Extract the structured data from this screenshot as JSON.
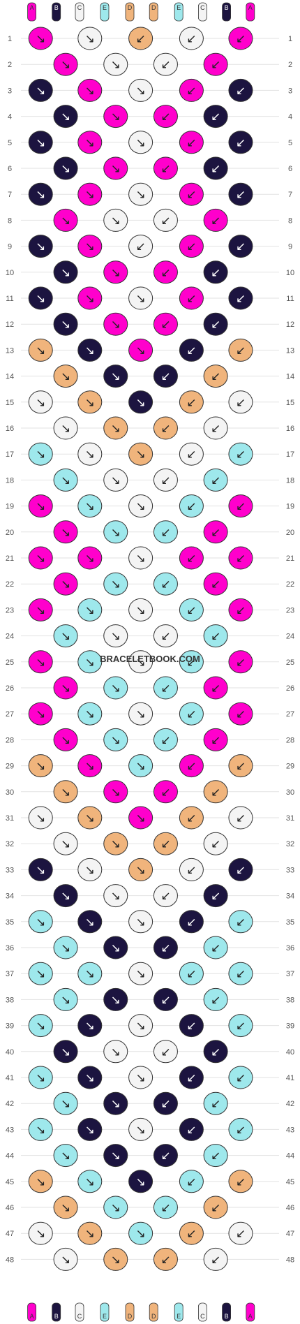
{
  "colors": {
    "A": "#ff00cc",
    "B": "#1c1440",
    "C": "#f4f4f4",
    "D": "#f0b47c",
    "E": "#9ee8ec"
  },
  "strand_letters_top": [
    "A",
    "B",
    "C",
    "E",
    "D",
    "D",
    "E",
    "C",
    "B",
    "A"
  ],
  "strand_letters_bottom": [
    "A",
    "B",
    "C",
    "E",
    "D",
    "D",
    "E",
    "C",
    "B",
    "A"
  ],
  "watermark": "BRACELETBOOK.COM",
  "row_numbers": [
    "1",
    "2",
    "3",
    "4",
    "5",
    "6",
    "7",
    "8",
    "9",
    "10",
    "11",
    "12",
    "13",
    "14",
    "15",
    "16",
    "17",
    "18",
    "19",
    "20",
    "21",
    "22",
    "23",
    "24",
    "25",
    "26",
    "27",
    "28",
    "29",
    "30",
    "31",
    "32",
    "33",
    "34",
    "35",
    "36",
    "37",
    "38",
    "39",
    "40",
    "41",
    "42",
    "43",
    "44",
    "45",
    "46",
    "47",
    "48"
  ],
  "knot_rows": [
    {
      "row": "1",
      "knots": [
        {
          "c": "A",
          "d": "↘"
        },
        {
          "c": "C",
          "d": "↘"
        },
        {
          "c": "D",
          "d": "↙"
        },
        {
          "c": "C",
          "d": "↙"
        },
        {
          "c": "A",
          "d": "↙"
        }
      ]
    },
    {
      "row": "2",
      "knots": [
        {
          "c": "A",
          "d": "↘"
        },
        {
          "c": "C",
          "d": "↘"
        },
        {
          "c": "C",
          "d": "↙"
        },
        {
          "c": "A",
          "d": "↙"
        }
      ]
    },
    {
      "row": "3",
      "knots": [
        {
          "c": "B",
          "d": "↘"
        },
        {
          "c": "A",
          "d": "↘"
        },
        {
          "c": "C",
          "d": "↘"
        },
        {
          "c": "A",
          "d": "↙"
        },
        {
          "c": "B",
          "d": "↙"
        }
      ]
    },
    {
      "row": "4",
      "knots": [
        {
          "c": "B",
          "d": "↘"
        },
        {
          "c": "A",
          "d": "↘"
        },
        {
          "c": "A",
          "d": "↙"
        },
        {
          "c": "B",
          "d": "↙"
        }
      ]
    },
    {
      "row": "5",
      "knots": [
        {
          "c": "B",
          "d": "↘"
        },
        {
          "c": "A",
          "d": "↘"
        },
        {
          "c": "C",
          "d": "↘"
        },
        {
          "c": "A",
          "d": "↙"
        },
        {
          "c": "B",
          "d": "↙"
        }
      ]
    },
    {
      "row": "6",
      "knots": [
        {
          "c": "B",
          "d": "↘"
        },
        {
          "c": "A",
          "d": "↘"
        },
        {
          "c": "A",
          "d": "↙"
        },
        {
          "c": "B",
          "d": "↙"
        }
      ]
    },
    {
      "row": "7",
      "knots": [
        {
          "c": "B",
          "d": "↘"
        },
        {
          "c": "A",
          "d": "↘"
        },
        {
          "c": "C",
          "d": "↘"
        },
        {
          "c": "A",
          "d": "↙"
        },
        {
          "c": "B",
          "d": "↙"
        }
      ]
    },
    {
      "row": "8",
      "knots": [
        {
          "c": "A",
          "d": "↘"
        },
        {
          "c": "C",
          "d": "↘"
        },
        {
          "c": "C",
          "d": "↙"
        },
        {
          "c": "A",
          "d": "↙"
        }
      ]
    },
    {
      "row": "9",
      "knots": [
        {
          "c": "B",
          "d": "↘"
        },
        {
          "c": "A",
          "d": "↘"
        },
        {
          "c": "C",
          "d": "↙"
        },
        {
          "c": "A",
          "d": "↙"
        },
        {
          "c": "B",
          "d": "↙"
        }
      ]
    },
    {
      "row": "10",
      "knots": [
        {
          "c": "B",
          "d": "↘"
        },
        {
          "c": "A",
          "d": "↘"
        },
        {
          "c": "A",
          "d": "↙"
        },
        {
          "c": "B",
          "d": "↙"
        }
      ]
    },
    {
      "row": "11",
      "knots": [
        {
          "c": "B",
          "d": "↘"
        },
        {
          "c": "A",
          "d": "↘"
        },
        {
          "c": "C",
          "d": "↘"
        },
        {
          "c": "A",
          "d": "↙"
        },
        {
          "c": "B",
          "d": "↙"
        }
      ]
    },
    {
      "row": "12",
      "knots": [
        {
          "c": "B",
          "d": "↘"
        },
        {
          "c": "A",
          "d": "↘"
        },
        {
          "c": "A",
          "d": "↙"
        },
        {
          "c": "B",
          "d": "↙"
        }
      ]
    },
    {
      "row": "13",
      "knots": [
        {
          "c": "D",
          "d": "↘"
        },
        {
          "c": "B",
          "d": "↘"
        },
        {
          "c": "A",
          "d": "↘"
        },
        {
          "c": "B",
          "d": "↙"
        },
        {
          "c": "D",
          "d": "↙"
        }
      ]
    },
    {
      "row": "14",
      "knots": [
        {
          "c": "D",
          "d": "↘"
        },
        {
          "c": "B",
          "d": "↘"
        },
        {
          "c": "B",
          "d": "↙"
        },
        {
          "c": "D",
          "d": "↙"
        }
      ]
    },
    {
      "row": "15",
      "knots": [
        {
          "c": "C",
          "d": "↘"
        },
        {
          "c": "D",
          "d": "↘"
        },
        {
          "c": "B",
          "d": "↘"
        },
        {
          "c": "D",
          "d": "↙"
        },
        {
          "c": "C",
          "d": "↙"
        }
      ]
    },
    {
      "row": "16",
      "knots": [
        {
          "c": "C",
          "d": "↘"
        },
        {
          "c": "D",
          "d": "↘"
        },
        {
          "c": "D",
          "d": "↙"
        },
        {
          "c": "C",
          "d": "↙"
        }
      ]
    },
    {
      "row": "17",
      "knots": [
        {
          "c": "E",
          "d": "↘"
        },
        {
          "c": "C",
          "d": "↘"
        },
        {
          "c": "D",
          "d": "↘"
        },
        {
          "c": "C",
          "d": "↙"
        },
        {
          "c": "E",
          "d": "↙"
        }
      ]
    },
    {
      "row": "18",
      "knots": [
        {
          "c": "E",
          "d": "↘"
        },
        {
          "c": "C",
          "d": "↘"
        },
        {
          "c": "C",
          "d": "↙"
        },
        {
          "c": "E",
          "d": "↙"
        }
      ]
    },
    {
      "row": "19",
      "knots": [
        {
          "c": "A",
          "d": "↘"
        },
        {
          "c": "E",
          "d": "↘"
        },
        {
          "c": "C",
          "d": "↘"
        },
        {
          "c": "E",
          "d": "↙"
        },
        {
          "c": "A",
          "d": "↙"
        }
      ]
    },
    {
      "row": "20",
      "knots": [
        {
          "c": "A",
          "d": "↘"
        },
        {
          "c": "E",
          "d": "↘"
        },
        {
          "c": "E",
          "d": "↙"
        },
        {
          "c": "A",
          "d": "↙"
        }
      ]
    },
    {
      "row": "21",
      "knots": [
        {
          "c": "A",
          "d": "↘"
        },
        {
          "c": "A",
          "d": "↘"
        },
        {
          "c": "C",
          "d": "↘"
        },
        {
          "c": "A",
          "d": "↙"
        },
        {
          "c": "A",
          "d": "↙"
        }
      ]
    },
    {
      "row": "22",
      "knots": [
        {
          "c": "A",
          "d": "↘"
        },
        {
          "c": "E",
          "d": "↘"
        },
        {
          "c": "E",
          "d": "↙"
        },
        {
          "c": "A",
          "d": "↙"
        }
      ]
    },
    {
      "row": "23",
      "knots": [
        {
          "c": "A",
          "d": "↘"
        },
        {
          "c": "E",
          "d": "↘"
        },
        {
          "c": "C",
          "d": "↘"
        },
        {
          "c": "E",
          "d": "↙"
        },
        {
          "c": "A",
          "d": "↙"
        }
      ]
    },
    {
      "row": "24",
      "knots": [
        {
          "c": "E",
          "d": "↘"
        },
        {
          "c": "C",
          "d": "↘"
        },
        {
          "c": "C",
          "d": "↙"
        },
        {
          "c": "E",
          "d": "↙"
        }
      ]
    },
    {
      "row": "25",
      "knots": [
        {
          "c": "A",
          "d": "↘"
        },
        {
          "c": "E",
          "d": "↘"
        },
        {
          "c": "C",
          "d": "↘"
        },
        {
          "c": "E",
          "d": "↙"
        },
        {
          "c": "A",
          "d": "↙"
        }
      ]
    },
    {
      "row": "26",
      "knots": [
        {
          "c": "A",
          "d": "↘"
        },
        {
          "c": "E",
          "d": "↘"
        },
        {
          "c": "E",
          "d": "↙"
        },
        {
          "c": "A",
          "d": "↙"
        }
      ]
    },
    {
      "row": "27",
      "knots": [
        {
          "c": "A",
          "d": "↘"
        },
        {
          "c": "E",
          "d": "↘"
        },
        {
          "c": "C",
          "d": "↘"
        },
        {
          "c": "E",
          "d": "↙"
        },
        {
          "c": "A",
          "d": "↙"
        }
      ]
    },
    {
      "row": "28",
      "knots": [
        {
          "c": "A",
          "d": "↘"
        },
        {
          "c": "E",
          "d": "↘"
        },
        {
          "c": "E",
          "d": "↙"
        },
        {
          "c": "A",
          "d": "↙"
        }
      ]
    },
    {
      "row": "29",
      "knots": [
        {
          "c": "D",
          "d": "↘"
        },
        {
          "c": "A",
          "d": "↘"
        },
        {
          "c": "E",
          "d": "↘"
        },
        {
          "c": "A",
          "d": "↙"
        },
        {
          "c": "D",
          "d": "↙"
        }
      ]
    },
    {
      "row": "30",
      "knots": [
        {
          "c": "D",
          "d": "↘"
        },
        {
          "c": "A",
          "d": "↘"
        },
        {
          "c": "A",
          "d": "↙"
        },
        {
          "c": "D",
          "d": "↙"
        }
      ]
    },
    {
      "row": "31",
      "knots": [
        {
          "c": "C",
          "d": "↘"
        },
        {
          "c": "D",
          "d": "↘"
        },
        {
          "c": "A",
          "d": "↘"
        },
        {
          "c": "D",
          "d": "↙"
        },
        {
          "c": "C",
          "d": "↙"
        }
      ]
    },
    {
      "row": "32",
      "knots": [
        {
          "c": "C",
          "d": "↘"
        },
        {
          "c": "D",
          "d": "↘"
        },
        {
          "c": "D",
          "d": "↙"
        },
        {
          "c": "C",
          "d": "↙"
        }
      ]
    },
    {
      "row": "33",
      "knots": [
        {
          "c": "B",
          "d": "↘"
        },
        {
          "c": "C",
          "d": "↘"
        },
        {
          "c": "D",
          "d": "↘"
        },
        {
          "c": "C",
          "d": "↙"
        },
        {
          "c": "B",
          "d": "↙"
        }
      ]
    },
    {
      "row": "34",
      "knots": [
        {
          "c": "B",
          "d": "↘"
        },
        {
          "c": "C",
          "d": "↘"
        },
        {
          "c": "C",
          "d": "↙"
        },
        {
          "c": "B",
          "d": "↙"
        }
      ]
    },
    {
      "row": "35",
      "knots": [
        {
          "c": "E",
          "d": "↘"
        },
        {
          "c": "B",
          "d": "↘"
        },
        {
          "c": "C",
          "d": "↘"
        },
        {
          "c": "B",
          "d": "↙"
        },
        {
          "c": "E",
          "d": "↙"
        }
      ]
    },
    {
      "row": "36",
      "knots": [
        {
          "c": "E",
          "d": "↘"
        },
        {
          "c": "B",
          "d": "↘"
        },
        {
          "c": "B",
          "d": "↙"
        },
        {
          "c": "E",
          "d": "↙"
        }
      ]
    },
    {
      "row": "37",
      "knots": [
        {
          "c": "E",
          "d": "↘"
        },
        {
          "c": "E",
          "d": "↘"
        },
        {
          "c": "C",
          "d": "↘"
        },
        {
          "c": "E",
          "d": "↙"
        },
        {
          "c": "E",
          "d": "↙"
        }
      ]
    },
    {
      "row": "38",
      "knots": [
        {
          "c": "E",
          "d": "↘"
        },
        {
          "c": "B",
          "d": "↘"
        },
        {
          "c": "B",
          "d": "↙"
        },
        {
          "c": "E",
          "d": "↙"
        }
      ]
    },
    {
      "row": "39",
      "knots": [
        {
          "c": "E",
          "d": "↘"
        },
        {
          "c": "B",
          "d": "↘"
        },
        {
          "c": "C",
          "d": "↘"
        },
        {
          "c": "B",
          "d": "↙"
        },
        {
          "c": "E",
          "d": "↙"
        }
      ]
    },
    {
      "row": "40",
      "knots": [
        {
          "c": "B",
          "d": "↘"
        },
        {
          "c": "C",
          "d": "↘"
        },
        {
          "c": "C",
          "d": "↙"
        },
        {
          "c": "B",
          "d": "↙"
        }
      ]
    },
    {
      "row": "41",
      "knots": [
        {
          "c": "E",
          "d": "↘"
        },
        {
          "c": "B",
          "d": "↘"
        },
        {
          "c": "C",
          "d": "↘"
        },
        {
          "c": "B",
          "d": "↙"
        },
        {
          "c": "E",
          "d": "↙"
        }
      ]
    },
    {
      "row": "42",
      "knots": [
        {
          "c": "E",
          "d": "↘"
        },
        {
          "c": "B",
          "d": "↘"
        },
        {
          "c": "B",
          "d": "↙"
        },
        {
          "c": "E",
          "d": "↙"
        }
      ]
    },
    {
      "row": "43",
      "knots": [
        {
          "c": "E",
          "d": "↘"
        },
        {
          "c": "B",
          "d": "↘"
        },
        {
          "c": "C",
          "d": "↘"
        },
        {
          "c": "B",
          "d": "↙"
        },
        {
          "c": "E",
          "d": "↙"
        }
      ]
    },
    {
      "row": "44",
      "knots": [
        {
          "c": "E",
          "d": "↘"
        },
        {
          "c": "B",
          "d": "↘"
        },
        {
          "c": "B",
          "d": "↙"
        },
        {
          "c": "E",
          "d": "↙"
        }
      ]
    },
    {
      "row": "45",
      "knots": [
        {
          "c": "D",
          "d": "↘"
        },
        {
          "c": "E",
          "d": "↘"
        },
        {
          "c": "B",
          "d": "↘"
        },
        {
          "c": "E",
          "d": "↙"
        },
        {
          "c": "D",
          "d": "↙"
        }
      ]
    },
    {
      "row": "46",
      "knots": [
        {
          "c": "D",
          "d": "↘"
        },
        {
          "c": "E",
          "d": "↘"
        },
        {
          "c": "E",
          "d": "↙"
        },
        {
          "c": "D",
          "d": "↙"
        }
      ]
    },
    {
      "row": "47",
      "knots": [
        {
          "c": "C",
          "d": "↘"
        },
        {
          "c": "D",
          "d": "↘"
        },
        {
          "c": "E",
          "d": "↘"
        },
        {
          "c": "D",
          "d": "↙"
        },
        {
          "c": "C",
          "d": "↙"
        }
      ]
    },
    {
      "row": "48",
      "knots": [
        {
          "c": "C",
          "d": "↘"
        },
        {
          "c": "D",
          "d": "↘"
        },
        {
          "c": "D",
          "d": "↙"
        },
        {
          "c": "C",
          "d": "↙"
        }
      ]
    }
  ]
}
